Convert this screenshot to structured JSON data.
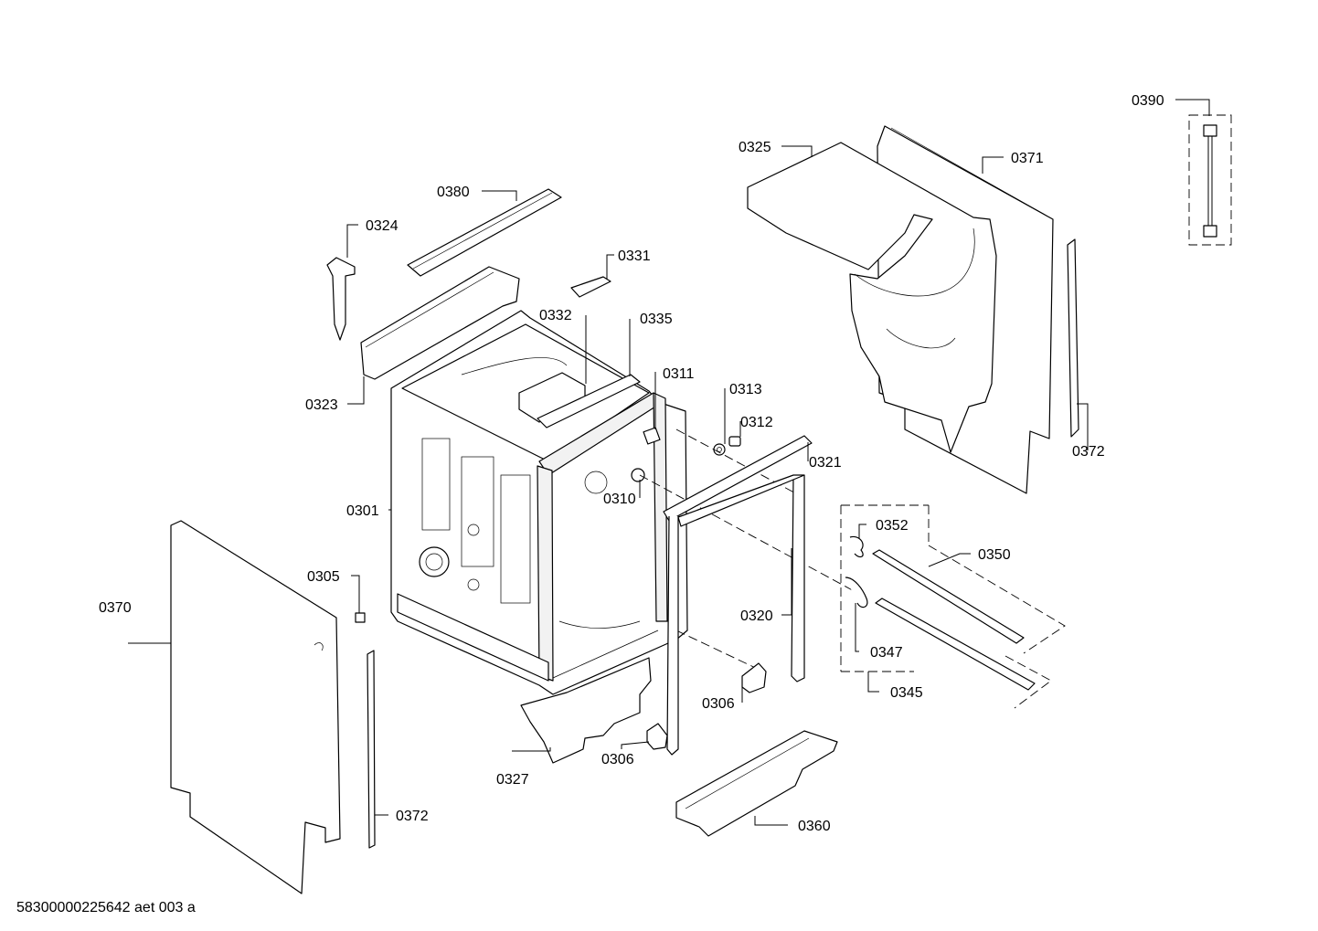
{
  "labels": {
    "p0390": "0390",
    "p0325": "0325",
    "p0371": "0371",
    "p0380": "0380",
    "p0324": "0324",
    "p0331": "0331",
    "p0332": "0332",
    "p0335": "0335",
    "p0311": "0311",
    "p0313": "0313",
    "p0312": "0312",
    "p0321": "0321",
    "p0323": "0323",
    "p0310": "0310",
    "p0372a": "0372",
    "p0301": "0301",
    "p0352": "0352",
    "p0350": "0350",
    "p0305": "0305",
    "p0370": "0370",
    "p0320": "0320",
    "p0347": "0347",
    "p0306a": "0306",
    "p0345": "0345",
    "p0327": "0327",
    "p0306b": "0306",
    "p0372b": "0372",
    "p0360": "0360"
  },
  "footer": "58300000225642 aet 003 a"
}
